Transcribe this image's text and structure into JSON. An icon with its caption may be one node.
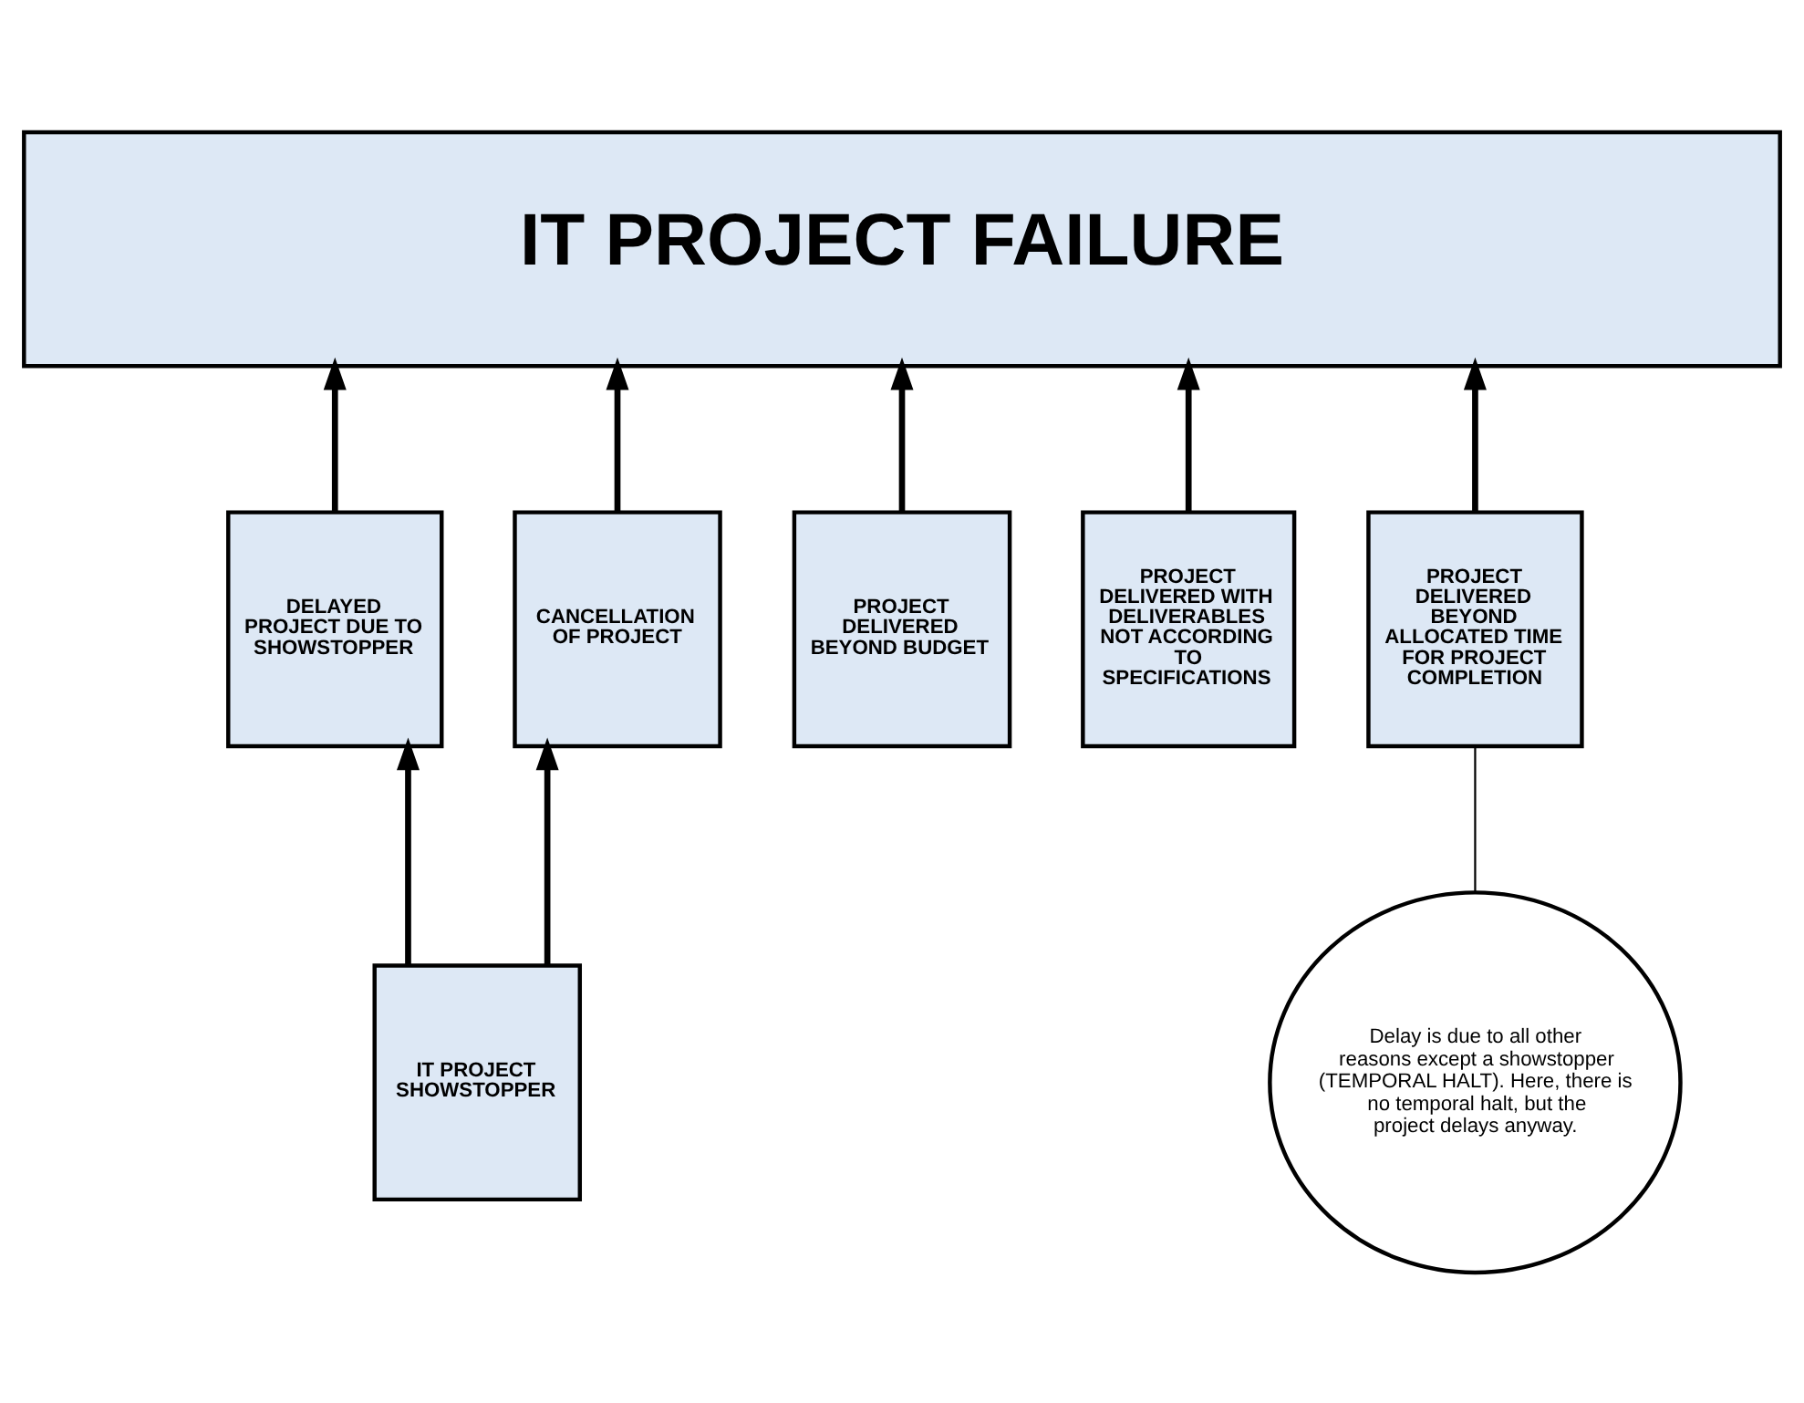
{
  "diagram": {
    "nodes": [
      {
        "text": [
          "IT PROJECT FAILURE"
        ]
      },
      {
        "text": [
          "DELAYED PROJECT DUE TO SHOWSTOPPER"
        ]
      },
      {
        "text": [
          "CANCELLATION OF PROJECT"
        ]
      },
      {
        "text": [
          "PROJECT DELIVERED BEYOND BUDGET"
        ]
      },
      {
        "text": [
          "PROJECT DELIVERED WITH DELIVERABLES NOT ACCORDING TO SPECIFICATIONS"
        ]
      },
      {
        "text": [
          "PROJECT DELIVERED BEYOND ALLOCATED TIME FOR PROJECT COMPLETION"
        ]
      },
      {
        "text": [
          "IT PROJECT SHOWSTOPPER"
        ]
      },
      {
        "text": [
          "Delay is due to all other reasons except a showstopper (TEMPORAL HALT). Here, there is no temporal halt, but the project delays anyway."
        ]
      }
    ],
    "edges": [
      {
        "from": 1,
        "to": 0,
        "arrow": "to"
      },
      {
        "from": 2,
        "to": 0,
        "arrow": "to"
      },
      {
        "from": 3,
        "to": 0,
        "arrow": "to"
      },
      {
        "from": 4,
        "to": 0,
        "arrow": "to"
      },
      {
        "from": 5,
        "to": 0,
        "arrow": "to"
      },
      {
        "from": 6,
        "to": 1,
        "arrow": "to"
      },
      {
        "from": 6,
        "to": 2,
        "arrow": "to"
      },
      {
        "from": 7,
        "to": 5,
        "arrow": "none"
      }
    ]
  }
}
